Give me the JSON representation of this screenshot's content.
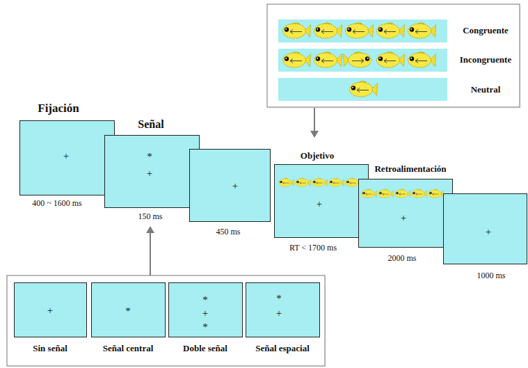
{
  "diagram": {
    "nodes": [
      {
        "text": [
          "Congruente"
        ]
      },
      {
        "text": [
          "Incongruente"
        ]
      },
      {
        "text": [
          "Neutral"
        ]
      },
      {
        "text": [
          "Fijación",
          "+",
          "400 ~ 1600 ms"
        ]
      },
      {
        "text": [
          "Señal",
          "*",
          "+",
          "150 ms"
        ]
      },
      {
        "text": [
          "+",
          "450 ms"
        ]
      },
      {
        "text": [
          "Objetivo",
          "+",
          "RT < 1700 ms"
        ]
      },
      {
        "text": [
          "Retroalimentación",
          "+",
          "2000 ms"
        ]
      },
      {
        "text": [
          "+",
          "1000 ms"
        ]
      },
      {
        "text": [
          "+",
          "Sin señal"
        ]
      },
      {
        "text": [
          "*",
          "Señal central"
        ]
      },
      {
        "text": [
          "*",
          "+",
          "*",
          "Doble señal"
        ]
      },
      {
        "text": [
          "*",
          "+",
          "Señal espacial"
        ]
      }
    ]
  }
}
